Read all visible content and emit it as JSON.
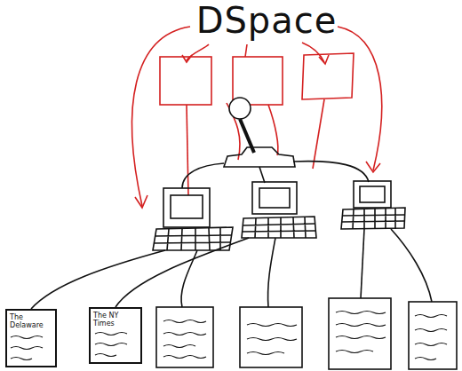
{
  "diagram": {
    "title": "DSpace",
    "nodes": [
      {
        "text": [
          "The Delaware"
        ]
      },
      {
        "text": [
          "The NY Times"
        ]
      }
    ]
  }
}
